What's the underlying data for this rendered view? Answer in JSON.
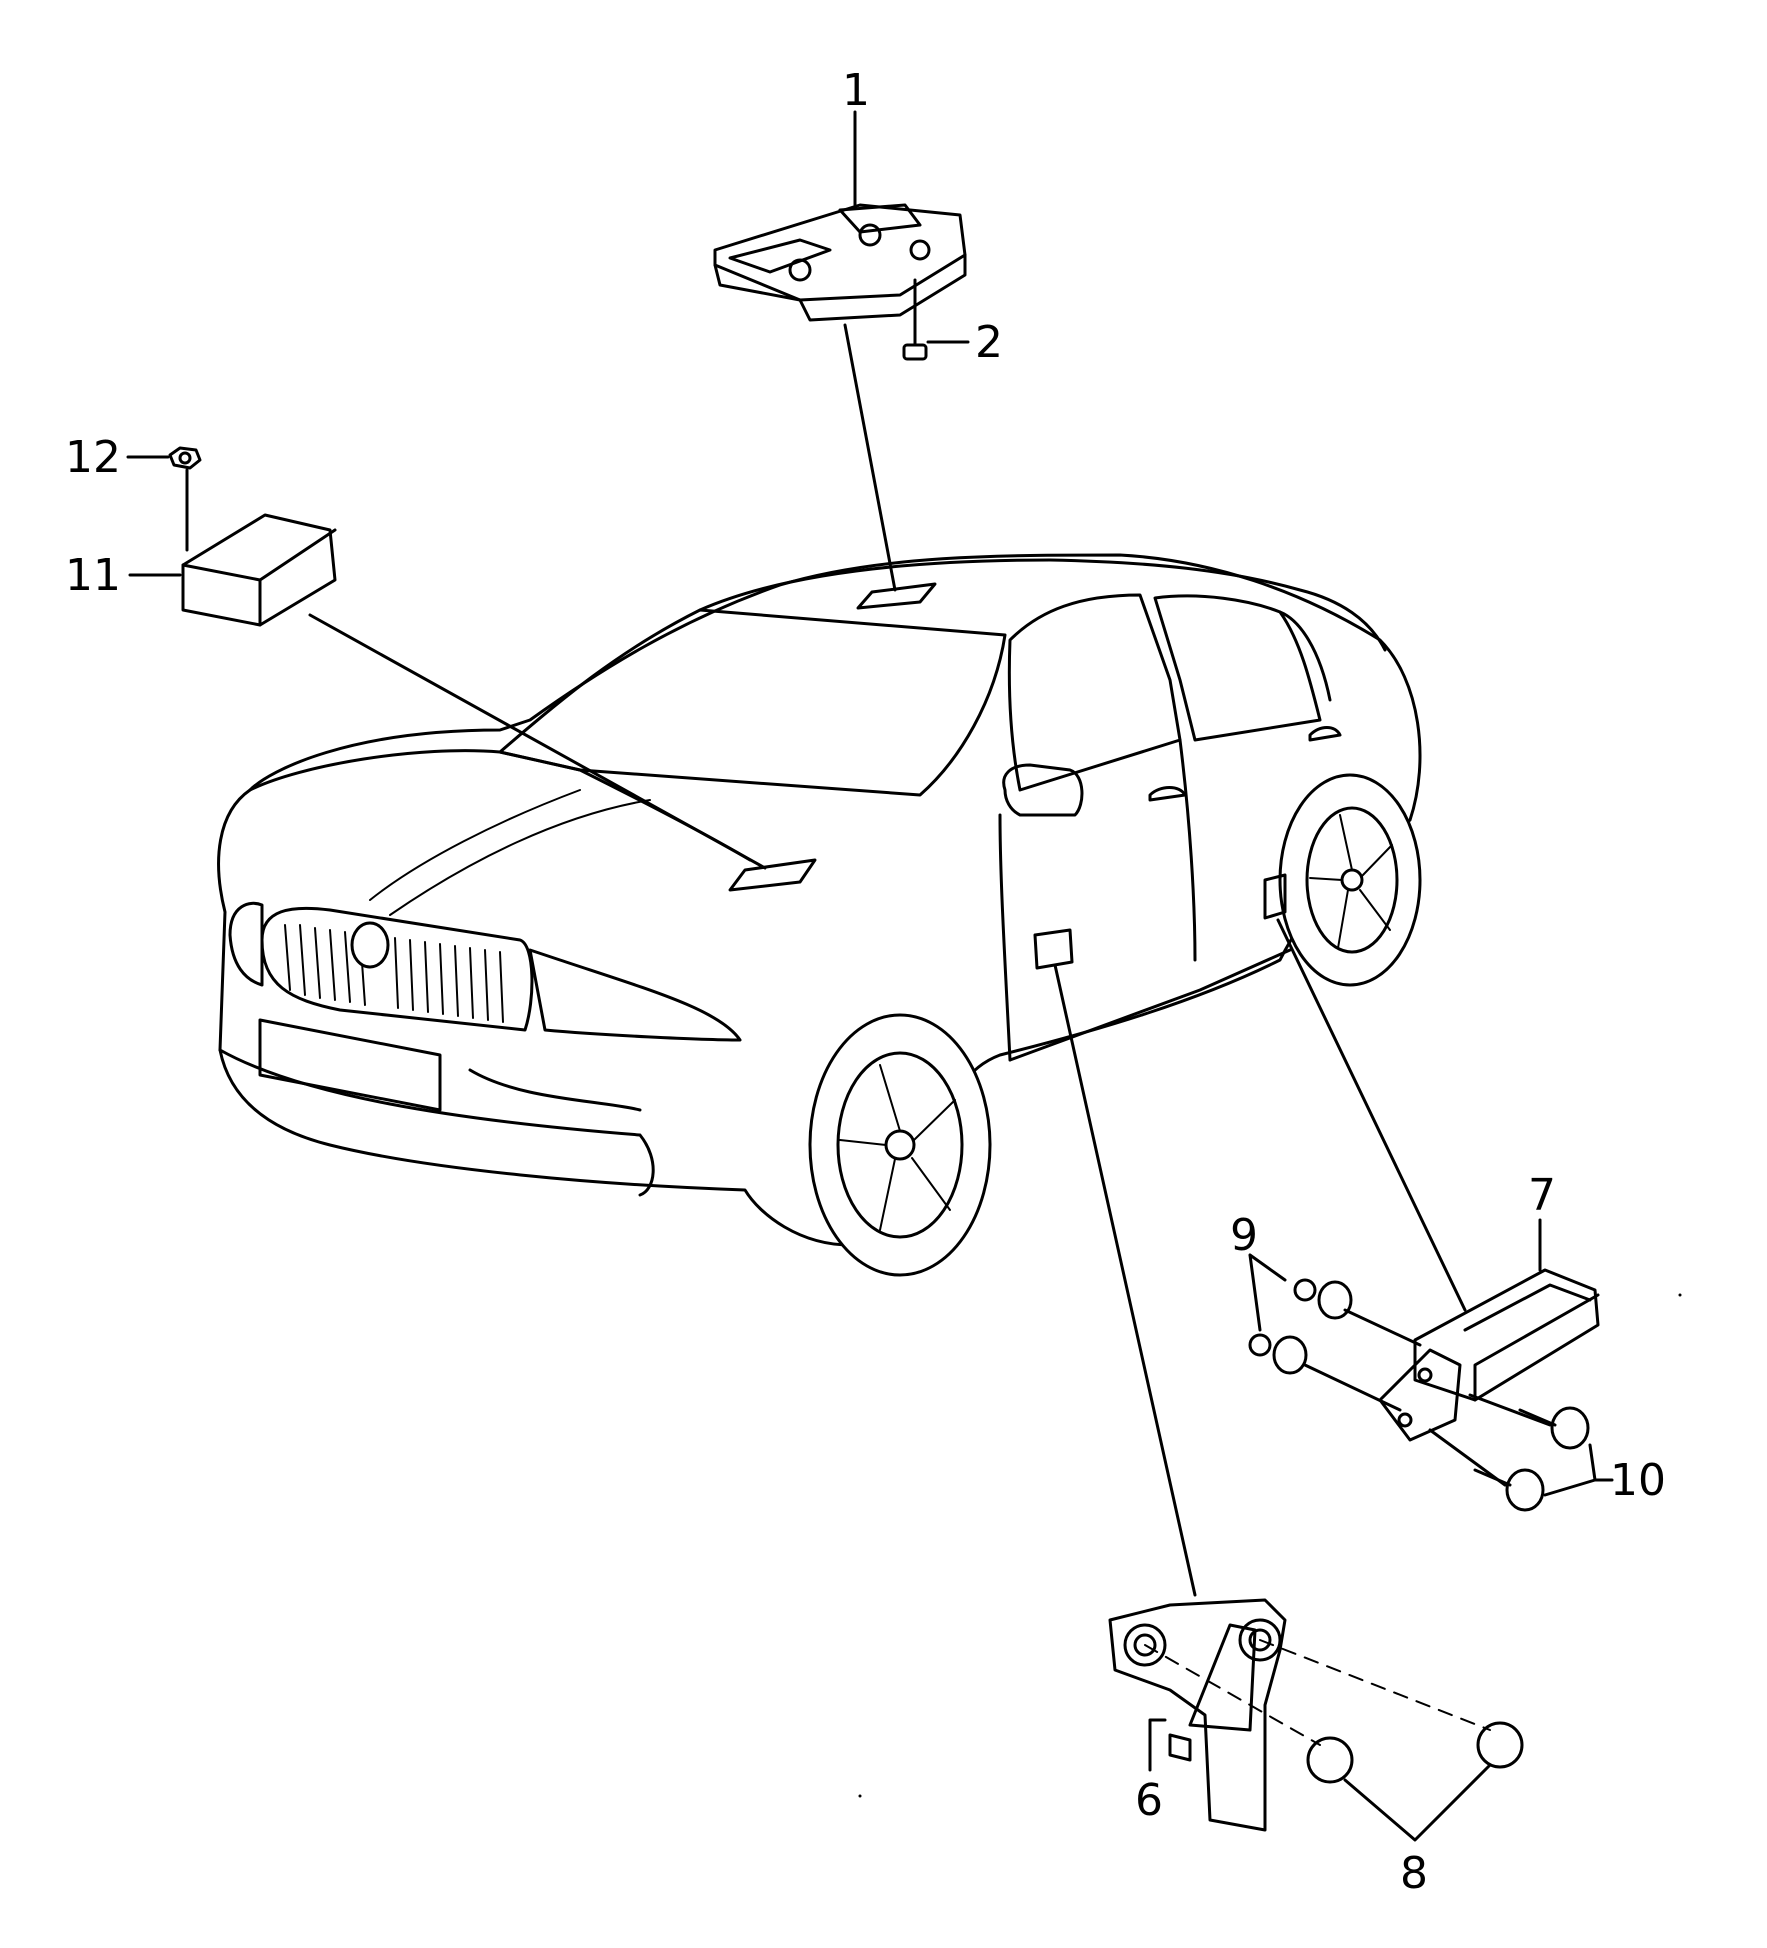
{
  "callouts": [
    {
      "id": "1",
      "text": "1"
    },
    {
      "id": "2",
      "text": "2"
    },
    {
      "id": "6",
      "text": "6"
    },
    {
      "id": "7",
      "text": "7"
    },
    {
      "id": "8",
      "text": "8"
    },
    {
      "id": "9",
      "text": "9"
    },
    {
      "id": "10",
      "text": "10"
    },
    {
      "id": "11",
      "text": "11"
    },
    {
      "id": "12",
      "text": "12"
    }
  ],
  "colors": {
    "line": "#000000",
    "background": "#ffffff"
  }
}
